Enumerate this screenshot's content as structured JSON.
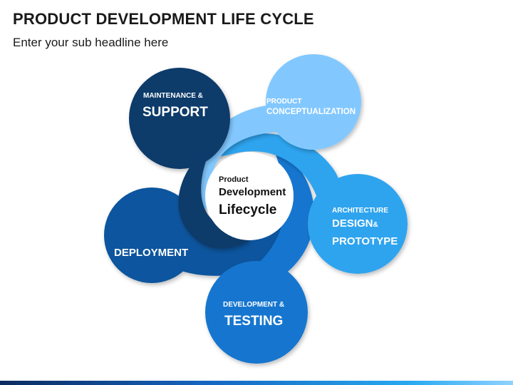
{
  "header": {
    "title": "PRODUCT DEVELOPMENT LIFE CYCLE",
    "subtitle": "Enter your sub headline here"
  },
  "center": {
    "line1": "Product",
    "line2": "Development",
    "line3": "Lifecycle"
  },
  "stages": {
    "support": {
      "small": "MAINTENANCE &",
      "big": "SUPPORT",
      "color": "#0d3a6b"
    },
    "concept": {
      "small1": "PRODUCT",
      "small2": "CONCEPTUALIZATION",
      "color": "#82c8ff"
    },
    "design": {
      "small": "ARCHITECTURE",
      "big1": "DESIGN",
      "amp": "&",
      "big2": "PROTOTYPE",
      "color": "#2fa4ef"
    },
    "testing": {
      "small": "DEVELOPMENT &",
      "big": "TESTING",
      "color": "#1576cf"
    },
    "deployment": {
      "big": "DEPLOYMENT",
      "color": "#0f559e"
    }
  }
}
